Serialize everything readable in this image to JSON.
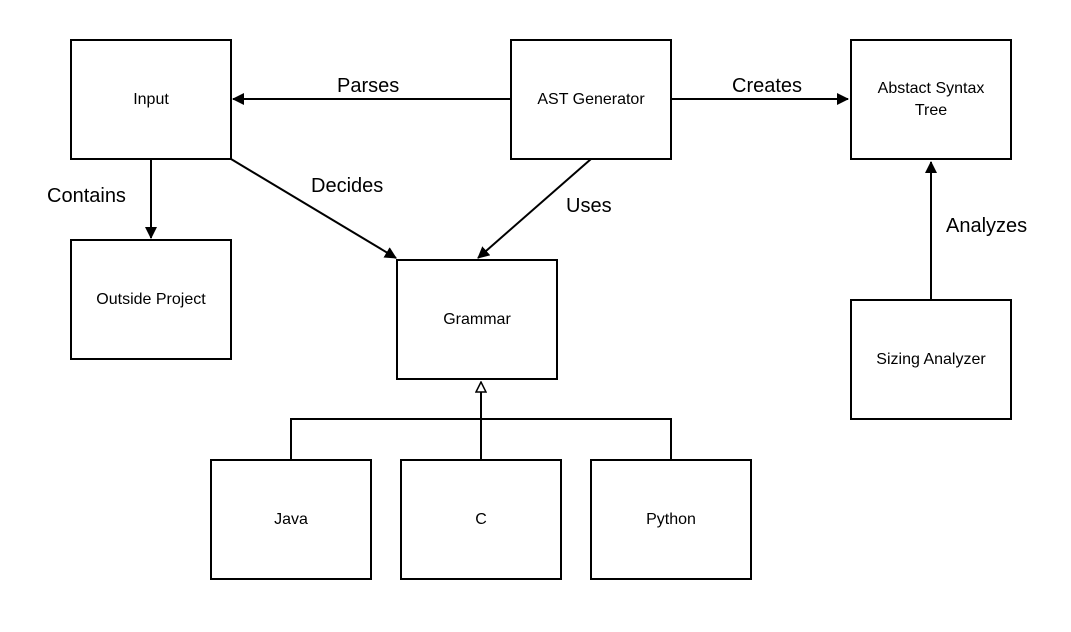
{
  "nodes": {
    "input": "Input",
    "ast_generator": "AST Generator",
    "abstract_syntax_tree": "Abstact Syntax\nTree",
    "outside_project": "Outside Project",
    "grammar": "Grammar",
    "sizing_analyzer": "Sizing Analyzer",
    "java": "Java",
    "c": "C",
    "python": "Python"
  },
  "edges": {
    "parses": "Parses",
    "creates": "Creates",
    "contains": "Contains",
    "decides": "Decides",
    "uses": "Uses",
    "analyzes": "Analyzes"
  },
  "colors": {
    "line": "#000000",
    "box_border": "#000000",
    "background": "#ffffff"
  }
}
